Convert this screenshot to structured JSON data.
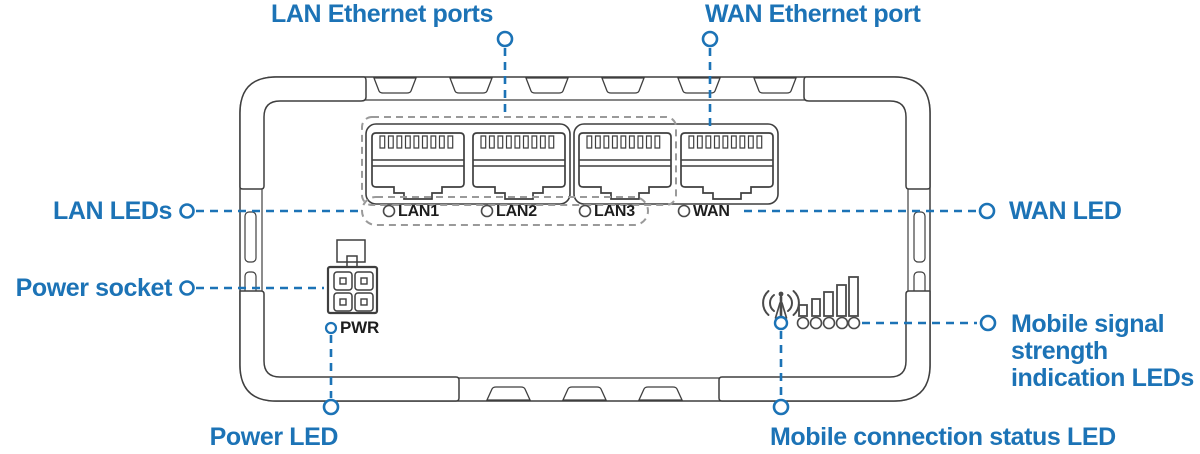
{
  "colors": {
    "accent_blue": "#1c73b6",
    "device_line": "#3f3f3f",
    "group_dash": "#9a9a9a",
    "device_text": "#1d1d1d"
  },
  "callouts": {
    "lan_ports_title": "LAN Ethernet ports",
    "wan_port_title": "WAN Ethernet port",
    "lan_leds": "LAN LEDs",
    "wan_led": "WAN LED",
    "power_socket": "Power socket",
    "power_led": "Power LED",
    "mobile_status": "Mobile connection status LED",
    "mobile_signal": {
      "l1": "Mobile signal",
      "l2": "strength",
      "l3": "indication LEDs"
    }
  },
  "device": {
    "port_labels": [
      "LAN1",
      "LAN2",
      "LAN3",
      "WAN"
    ],
    "power_label": "PWR",
    "icons": [
      "antenna-icon",
      "signal-bars-icon",
      "led-circle"
    ]
  }
}
